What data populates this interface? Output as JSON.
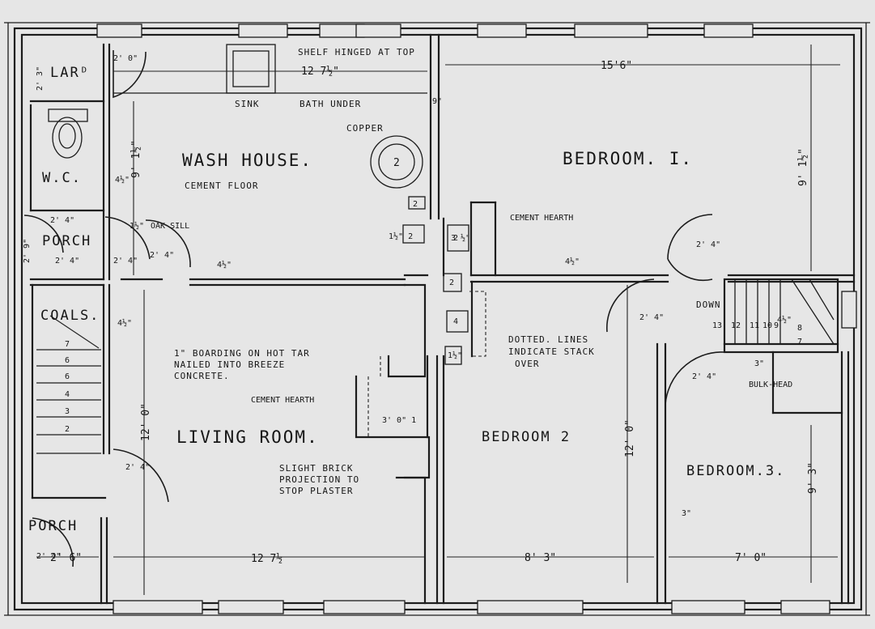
{
  "rooms": {
    "larder": "LARᴰ",
    "wc": "W.C.",
    "porch_top": "PORCH",
    "porch_bottom": "PORCH",
    "coals": "COALS.",
    "wash_house": "WASH HOUSE.",
    "living_room": "LIVING ROOM.",
    "bedroom1": "BEDROOM. I.",
    "bedroom2": "BEDROOM 2",
    "bedroom3": "BEDROOM.3."
  },
  "notes": {
    "shelf": "SHELF HINGED AT TOP",
    "sink": "SINK",
    "bath": "BATH UNDER",
    "copper": "COPPER",
    "cement_floor": "CEMENT FLOOR",
    "oak_sill": "OAK SILL",
    "cement_hearth_bed": "CEMENT HEARTH",
    "cement_hearth_living": "CEMENT HEARTH",
    "boarding_1": "1\" BOARDING ON HOT TAR",
    "boarding_2": "NAILED INTO BREEZE",
    "boarding_3": "CONCRETE.",
    "brick_1": "SLIGHT BRICK",
    "brick_2": "PROJECTION TO",
    "brick_3": "STOP PLASTER",
    "dotted_1": "DOTTED. LINES",
    "dotted_2": "INDICATE STACK",
    "dotted_3": "OVER",
    "down": "DOWN",
    "bulkhead": "BULK-HEAD"
  },
  "dims": {
    "wash_width": "12 7½\"",
    "bed1_width": "15'6\"",
    "wash_depth": "9' 1½\"",
    "bed1_depth": "9' 1½\"",
    "living_depth": "12' 0\"",
    "living_width": "12 7½",
    "bed2_depth": "12' 0\"",
    "bed2_width": "8' 3\"",
    "bed3_depth": "9' 3\"",
    "bed3_width": "7' 0\"",
    "porch_width": "2' 6\"",
    "porch_depth": "2' 9\"",
    "larder_depth": "2' 3\"",
    "door_a": "2' 0\"",
    "door_b": "2' 4\"",
    "door_c": "2' 4\"",
    "door_d": "2' 4\"",
    "door_e": "2' 4\"",
    "door_f": "2' 4\"",
    "door_g": "2' 4\"",
    "door_h": "2' 4\"",
    "door_i": "2' 4\"",
    "door_j": "2' 4\"",
    "wall_a": "4½\"",
    "wall_b": "4½\"",
    "wall_c": "4½\"",
    "wall_d": "4½\"",
    "wall_e": "4½\"",
    "wall_f": "3\"",
    "wall_g": "3\"",
    "wall_h": "9\"",
    "sill": "1½\"",
    "copper_no": "2",
    "flue_a": "2",
    "flue_b": "2",
    "flue_c": "1½\" 2",
    "flue_d": "3 ½\"",
    "flue_e": "2",
    "flue_f": "4",
    "flue_g": "1½\"",
    "flue_h": "3' 0\" 1",
    "coal_steps": [
      "7",
      "6",
      "6",
      "4",
      "3",
      "2"
    ],
    "stair_steps": [
      "13",
      "12",
      "11",
      "10",
      "9",
      "8",
      "7"
    ]
  }
}
